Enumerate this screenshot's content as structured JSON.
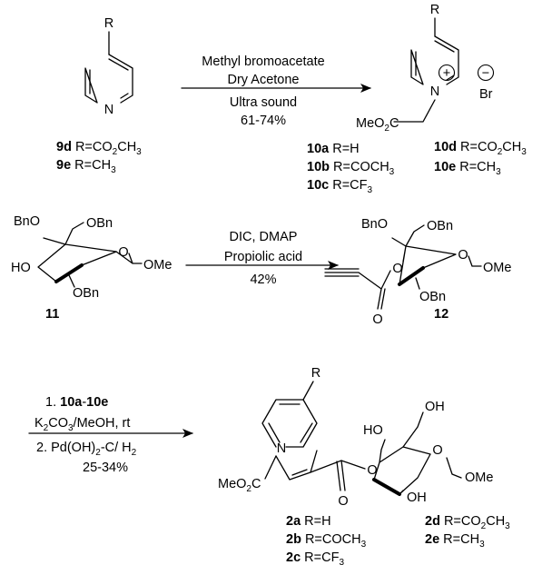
{
  "reaction1": {
    "reagents": [
      "Methyl bromoacetate",
      "Dry Acetone",
      "Ultra sound",
      "61-74%"
    ],
    "starting_material": {
      "substituent": "R",
      "ring_n": "N"
    },
    "sm_labels": [
      {
        "num": "9d",
        "sub": "R=CO",
        "sub2": "2",
        "sub3": "CH",
        "sub4": "3"
      },
      {
        "num": "9e",
        "sub": "R=CH",
        "sub2": "3"
      }
    ],
    "product": {
      "substituent": "R",
      "ring_n": "N",
      "plus": "+",
      "minus": "−",
      "counterion": "Br",
      "ester_a": "MeO",
      "ester_b": "2",
      "ester_c": "C"
    },
    "product_labels": [
      {
        "num": "10a",
        "sub": "R=H"
      },
      {
        "num": "10b",
        "sub": "R=COCH",
        "sub2": "3"
      },
      {
        "num": "10c",
        "sub": "R=CF",
        "sub2": "3"
      },
      {
        "num": "10d",
        "sub": "R=CO",
        "sub2": "2",
        "sub3": "CH",
        "sub4": "3"
      },
      {
        "num": "10e",
        "sub": "R=CH",
        "sub2": "3"
      }
    ]
  },
  "reaction2": {
    "reagents": [
      "DIC, DMAP",
      "Propiolic acid",
      "42%"
    ],
    "sm_compound": "11",
    "sm_groups": {
      "bno": "BnO",
      "obn1": "OBn",
      "ring_o": "O",
      "ho": "HO",
      "ome": "OMe",
      "obn2": "OBn"
    },
    "product_compound": "12",
    "product_groups": {
      "bno": "BnO",
      "obn1": "OBn",
      "ring_o": "O",
      "ester_o": "O",
      "ome": "OMe",
      "obn2": "OBn",
      "carbonyl_o": "O"
    }
  },
  "reaction3": {
    "step1_num": "1. ",
    "step1_bold_a": "10a",
    "step1_dash": "-",
    "step1_bold_b": "10e",
    "step1b": {
      "a": "K",
      "b": "2",
      "c": "CO",
      "d": "3",
      "e": "/MeOH, rt"
    },
    "step2": {
      "a": "2. Pd(OH)",
      "b": "2",
      "c": "-C/ H",
      "d": "2"
    },
    "yield": "25-34%",
    "product": {
      "substituent": "R",
      "ring_n": "N",
      "ester_a": "MeO",
      "ester_b": "2",
      "ester_c": "C",
      "carbonyl_o": "O",
      "ester_o": "O",
      "oh_top": "OH",
      "ho": "HO",
      "ring_o": "O",
      "ome": "OMe",
      "oh_bottom": "OH"
    },
    "product_labels": [
      {
        "num": "2a",
        "sub": "R=H"
      },
      {
        "num": "2b",
        "sub": "R=COCH",
        "sub2": "3"
      },
      {
        "num": "2c",
        "sub": "R=CF",
        "sub2": "3"
      },
      {
        "num": "2d",
        "sub": "R=CO",
        "sub2": "2",
        "sub3": "CH",
        "sub4": "3"
      },
      {
        "num": "2e",
        "sub": "R=CH",
        "sub2": "3"
      }
    ]
  }
}
